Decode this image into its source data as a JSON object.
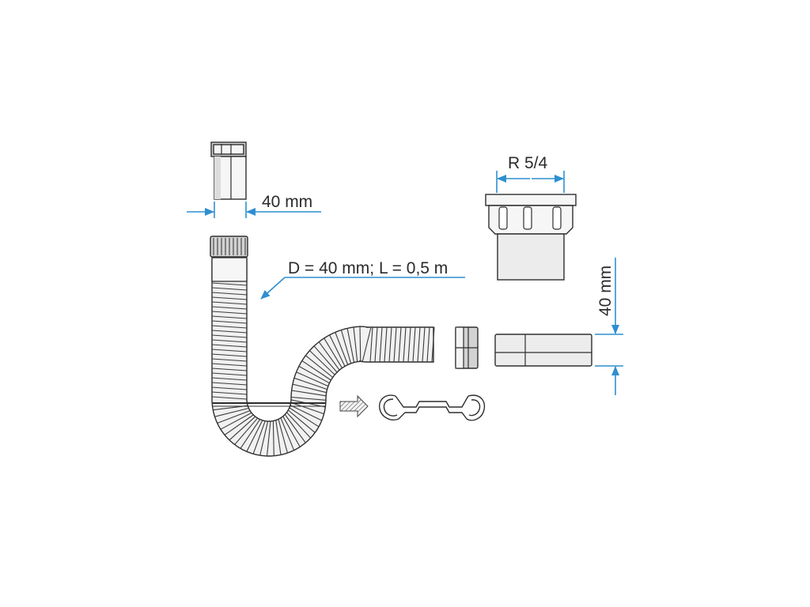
{
  "labels": {
    "nut_width": "40 mm",
    "hose_spec": "D = 40 mm; L = 0,5 m",
    "thread": "R 5/4",
    "adapter_height": "40 mm"
  },
  "colors": {
    "dimension_line": "#2f8fd0",
    "outline": "#2e2e2e",
    "part_fill": "#ececec"
  }
}
